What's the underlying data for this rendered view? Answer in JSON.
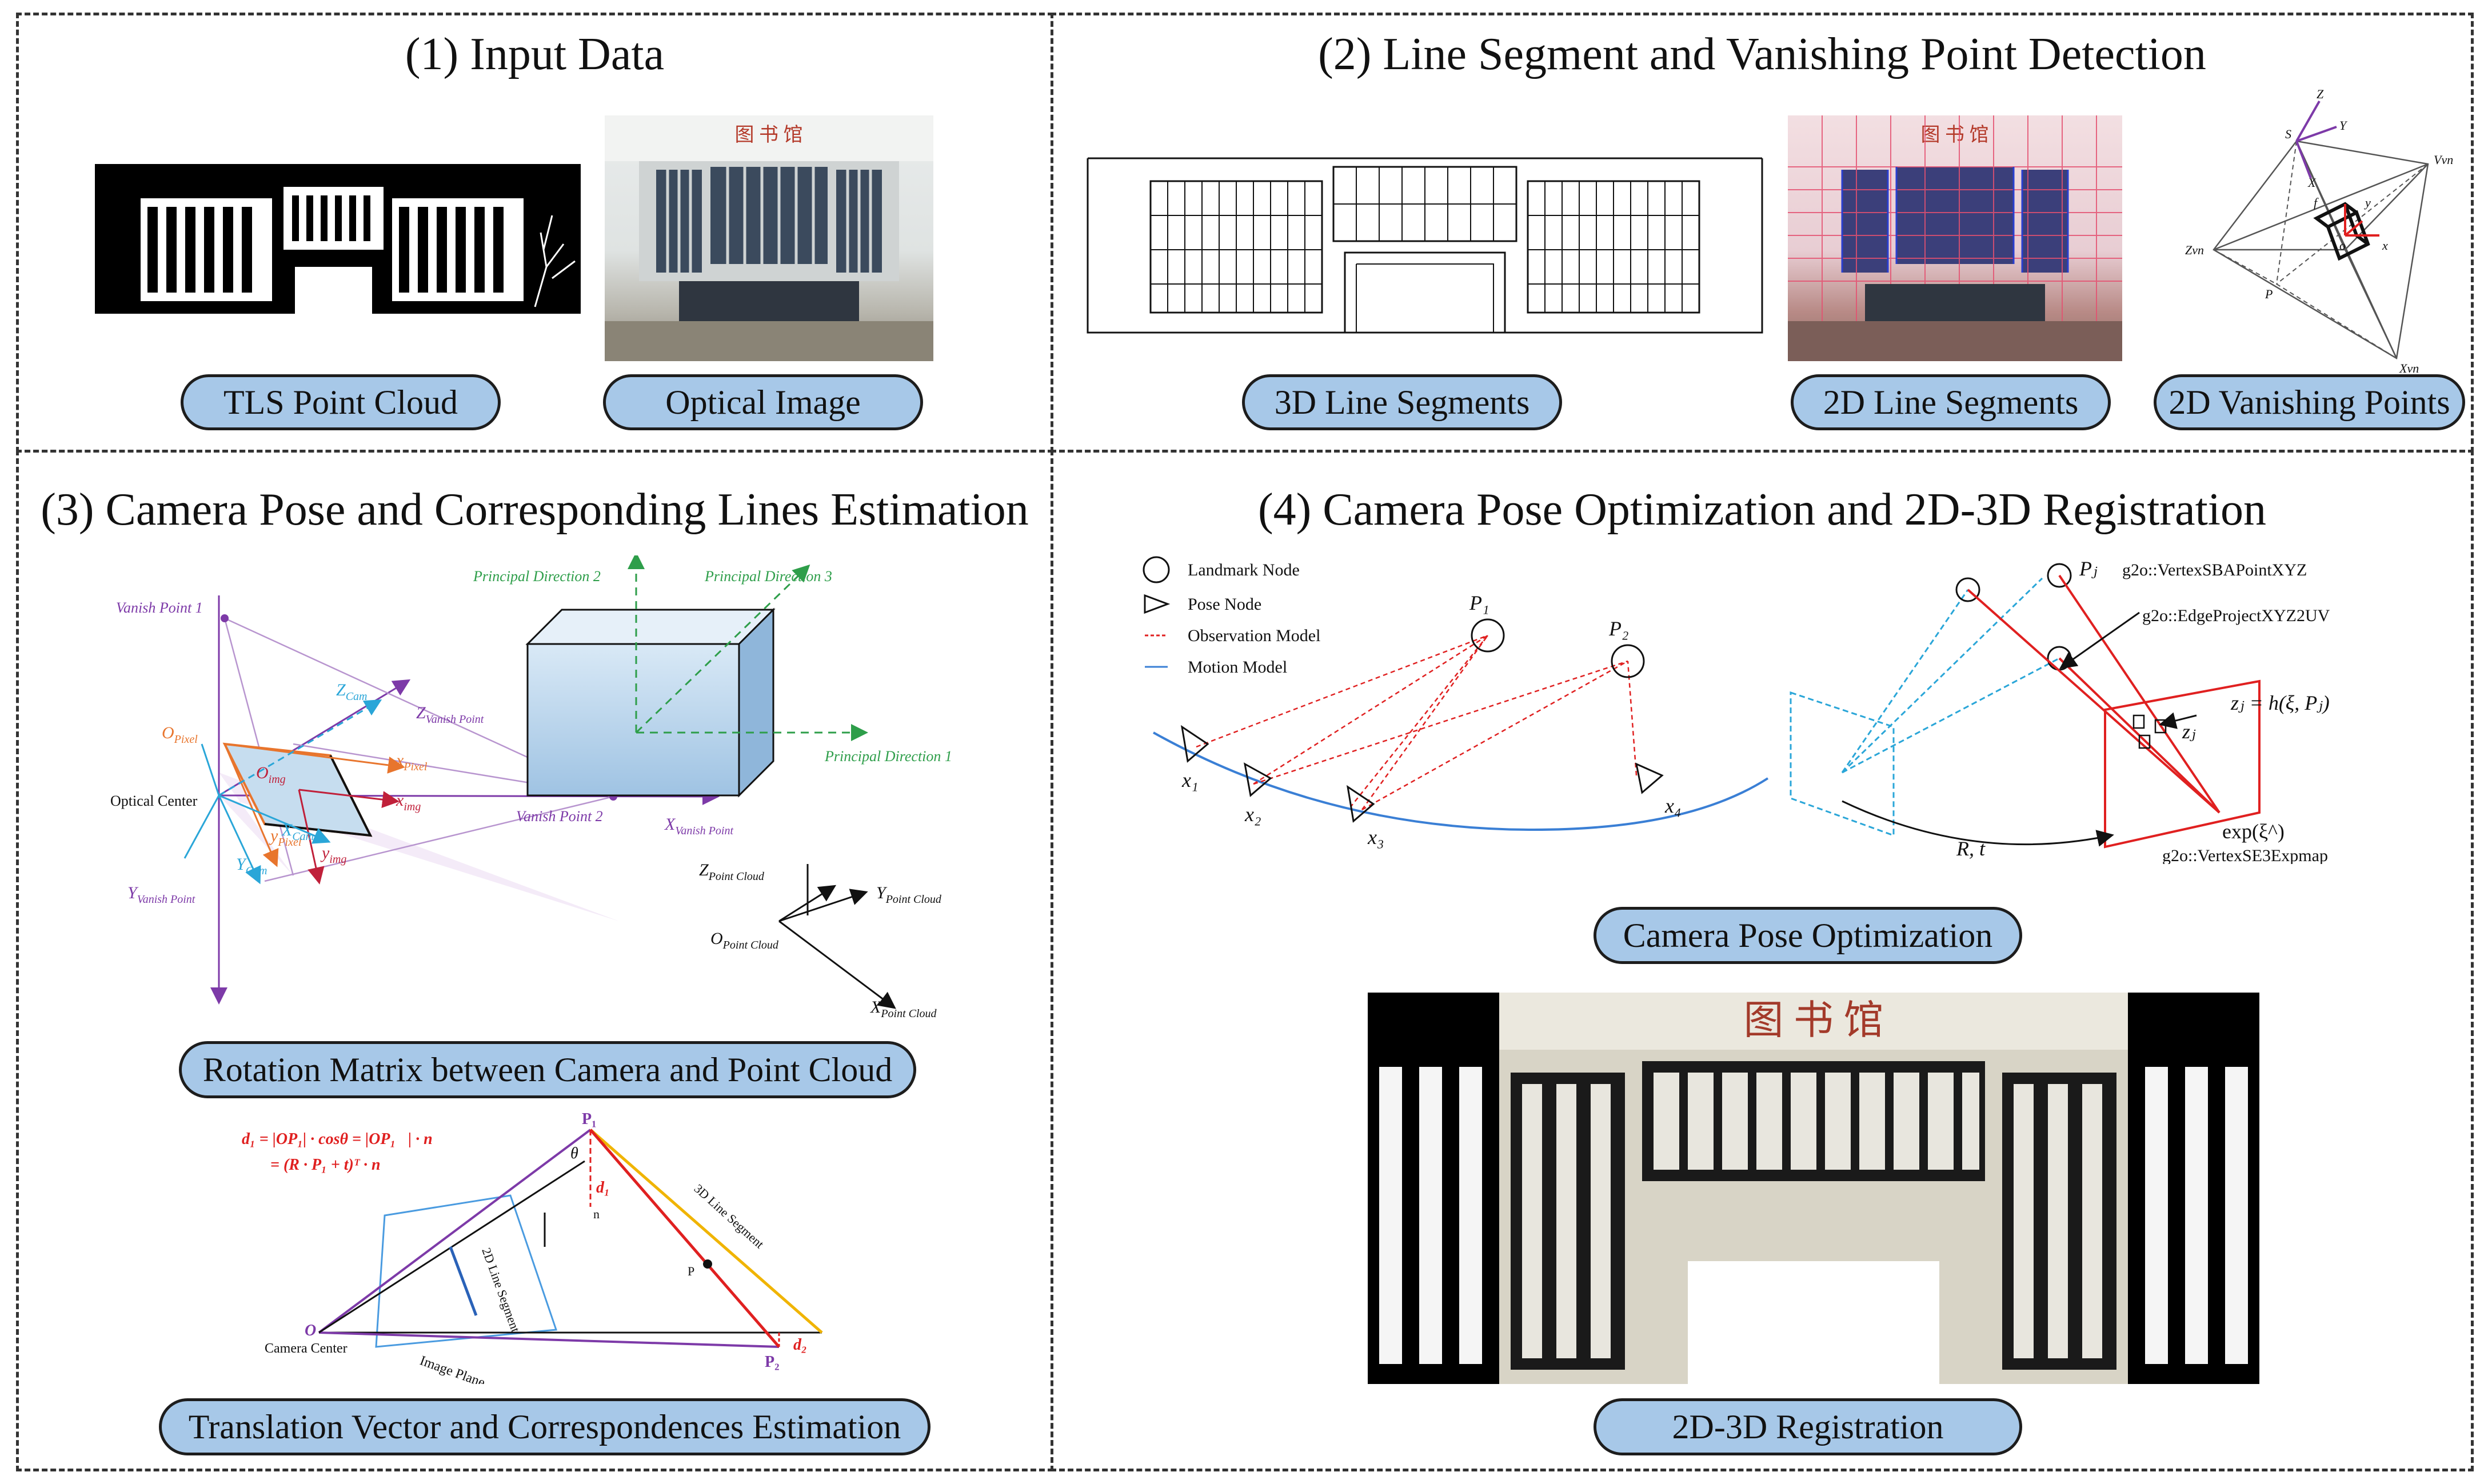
{
  "panels": {
    "p1": {
      "title": "(1) Input Data",
      "labels": [
        "TLS Point Cloud",
        "Optical Image"
      ]
    },
    "p2": {
      "title": "(2) Line Segment and Vanishing Point Detection",
      "labels": [
        "3D Line Segments",
        "2D Line Segments",
        "2D Vanishing Points"
      ]
    },
    "p3": {
      "title": "(3) Camera Pose and Corresponding Lines Estimation",
      "labels": [
        "Rotation Matrix between Camera and Point Cloud",
        "Translation Vector and Correspondences Estimation"
      ]
    },
    "p4": {
      "title": "(4) Camera Pose Optimization and 2D-3D Registration",
      "labels": [
        "Camera Pose Optimization",
        "2D-3D Registration"
      ]
    }
  },
  "sign_text": "图 书 馆",
  "vp_diagram": {
    "labels": [
      "Z",
      "Y",
      "S",
      "X",
      "f",
      "Vvn",
      "Zvn",
      "Xvn",
      "P",
      "y",
      "x",
      "o"
    ]
  },
  "rotation_diagram": {
    "vanish_point_1": "Vanish Point 1",
    "vanish_point_2": "Vanish Point 2",
    "o_pixel": "O",
    "o_pixel_sub": "Pixel",
    "o_img": "O",
    "o_img_sub": "img",
    "z_cam": "Z",
    "z_cam_sub": "Cam",
    "z_vanish": "Z",
    "z_vanish_sub": "Vanish Point",
    "x_pixel": "x",
    "x_pixel_sub": "Pixel",
    "x_img": "x",
    "x_img_sub": "img",
    "y_pixel": "y",
    "y_pixel_sub": "Pixel",
    "y_img": "y",
    "y_img_sub": "img",
    "optical_center": "Optical Center",
    "x_cam": "X",
    "x_cam_sub": "Cam",
    "y_cam": "Y",
    "y_cam_sub": "Cam",
    "x_vanish": "X",
    "x_vanish_sub": "Vanish Point",
    "y_vanish": "Y",
    "y_vanish_sub": "Vanish Point",
    "principal_direction_1": "Principal Direction 1",
    "principal_direction_2": "Principal Direction 2",
    "principal_direction_3": "Principal Direction 3",
    "z_pc": "Z",
    "y_pc": "Y",
    "o_pc": "O",
    "x_pc": "X",
    "pc_sub": "Point Cloud"
  },
  "translation_diagram": {
    "eq1": "d₁ = |OP₁| · cosθ = |OP₁⃗| · n⃗",
    "eq2": "= (R · P₁ + t)ᵀ · n⃗",
    "p1": "P₁",
    "theta": "θ",
    "d1": "d₁",
    "n": "n",
    "line3d": "3D Line Segment",
    "p": "P",
    "line2d": "2D Line Segment",
    "o": "O",
    "camera_center": "Camera Center",
    "image_plane": "Image Plane",
    "p2": "P₂",
    "d2": "d₂"
  },
  "graph_diagram": {
    "legend": [
      "Landmark Node",
      "Pose Node",
      "Observation Model",
      "Motion Model"
    ],
    "p1": "P₁",
    "p2": "P₂",
    "x1": "x₁",
    "x2": "x₂",
    "x3": "x₃",
    "x4": "x₄",
    "pj": "Pⱼ",
    "vertex_point": "g2o::VertexSBAPointXYZ",
    "edge": "g2o::EdgeProjectXYZ2UV",
    "zj_eq": "zⱼ = h(ξ, Pⱼ)",
    "zj": "zⱼ",
    "rt": "R, t",
    "exp": "exp(ξ^)",
    "vertex_se3": "g2o::VertexSE3Expmap"
  },
  "colors": {
    "pill_fill": "#a7c8e8",
    "purple": "#7d3aa8",
    "orange": "#e8752d",
    "cyan": "#2aa6d8",
    "green": "#2e9e4a",
    "red": "#e02020",
    "yellow": "#f0b400",
    "blue_curve": "#3a7fd5"
  }
}
